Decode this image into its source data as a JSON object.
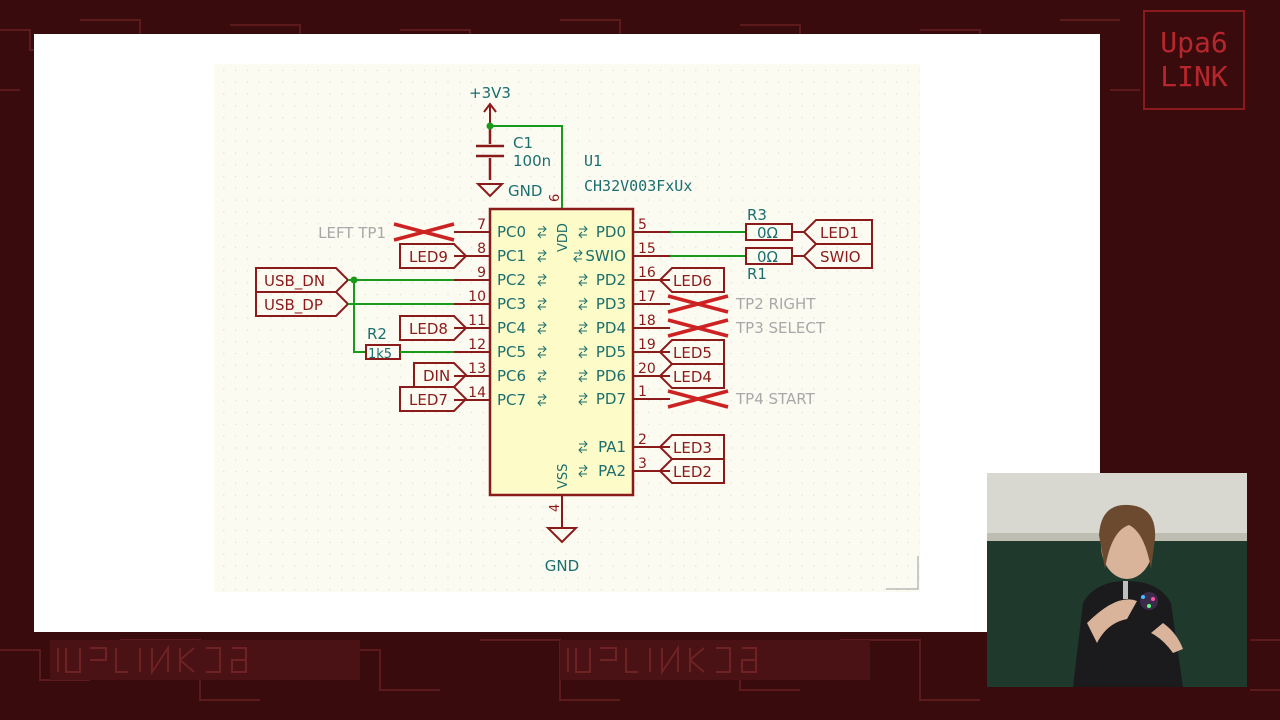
{
  "logo": {
    "line1": "Upa6",
    "line2": "LINK"
  },
  "schematic": {
    "power_label": "+3V3",
    "capacitor": {
      "ref": "C1",
      "value": "100n",
      "gnd": "GND"
    },
    "ic": {
      "ref": "U1",
      "part": "CH32V003FxUx",
      "vdd_label": "VDD",
      "vss_label": "VSS",
      "vdd_pin": "6",
      "vss_pin": "4",
      "left_pins": [
        {
          "num": "7",
          "name": "PC0"
        },
        {
          "num": "8",
          "name": "PC1"
        },
        {
          "num": "9",
          "name": "PC2"
        },
        {
          "num": "10",
          "name": "PC3"
        },
        {
          "num": "11",
          "name": "PC4"
        },
        {
          "num": "12",
          "name": "PC5"
        },
        {
          "num": "13",
          "name": "PC6"
        },
        {
          "num": "14",
          "name": "PC7"
        }
      ],
      "right_pins": [
        {
          "num": "5",
          "name": "PD0"
        },
        {
          "num": "15",
          "name": "SWIO"
        },
        {
          "num": "16",
          "name": "PD2"
        },
        {
          "num": "17",
          "name": "PD3"
        },
        {
          "num": "18",
          "name": "PD4"
        },
        {
          "num": "19",
          "name": "PD5"
        },
        {
          "num": "20",
          "name": "PD6"
        },
        {
          "num": "1",
          "name": "PD7"
        },
        {
          "num": "2",
          "name": "PA1"
        },
        {
          "num": "3",
          "name": "PA2"
        }
      ]
    },
    "labels_left": {
      "left_tp1": "LEFT TP1",
      "led9": "LED9",
      "usb_dn": "USB_DN",
      "usb_dp": "USB_DP",
      "led8": "LED8",
      "din": "DIN",
      "led7": "LED7"
    },
    "r2": {
      "ref": "R2",
      "value": "1k5"
    },
    "r3": {
      "ref": "R3",
      "value": "0Ω"
    },
    "r1": {
      "ref": "R1",
      "value": "0Ω"
    },
    "labels_right": {
      "led1": "LED1",
      "swio": "SWIO",
      "led6": "LED6",
      "tp2": "TP2 RIGHT",
      "tp3": "TP3 SELECT",
      "led5": "LED5",
      "led4": "LED4",
      "tp4": "TP4 START",
      "led3": "LED3",
      "led2": "LED2"
    },
    "gnd_bottom": "GND"
  },
  "colors": {
    "background": "#3a0b0d",
    "wire": "#1a9a1a",
    "component": "#8b1a1a",
    "pin_text": "#1a6e6e",
    "ic_fill": "#fdfbc7",
    "no_connect": "#cc2222"
  }
}
